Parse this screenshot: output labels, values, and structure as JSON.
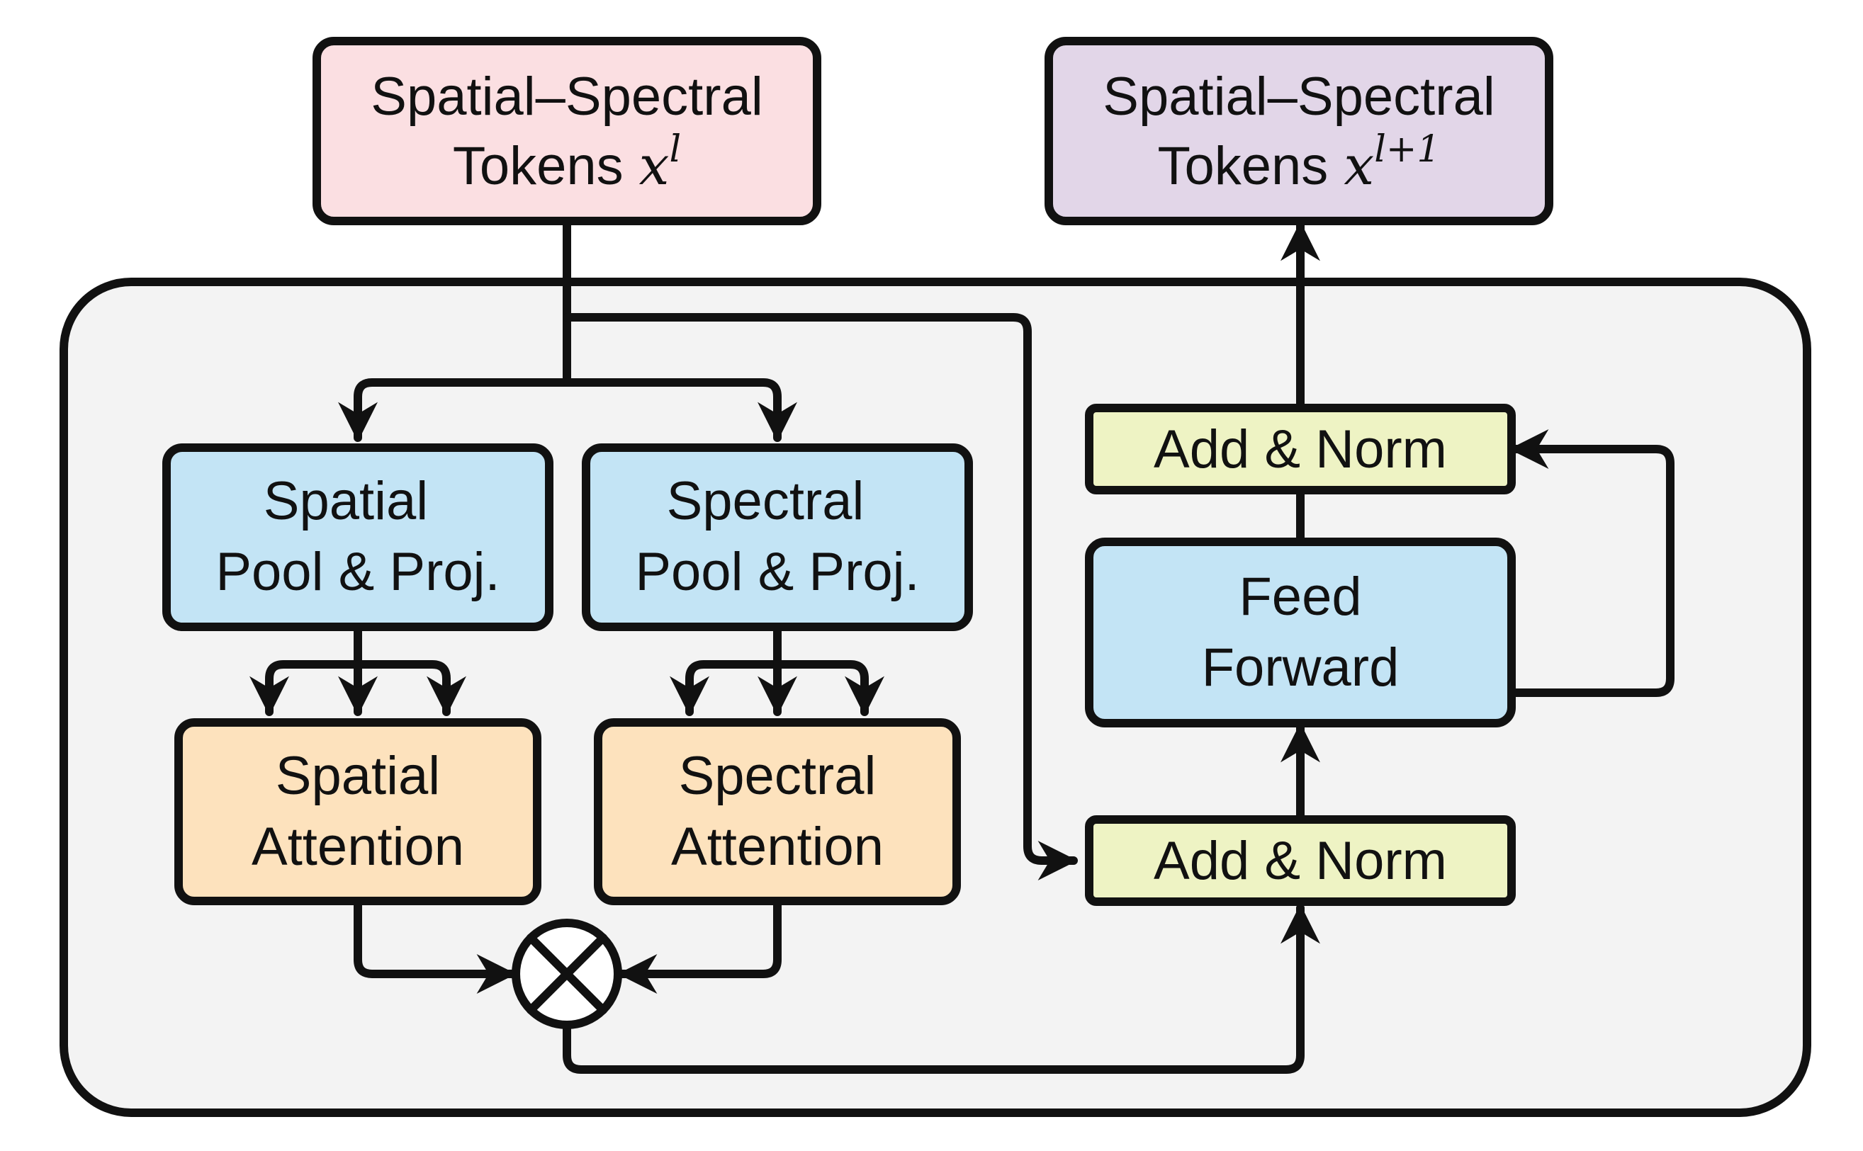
{
  "diagram": {
    "input_tokens": {
      "line1": "Spatial–Spectral",
      "line2": "Tokens",
      "var": "x",
      "sup": "l"
    },
    "output_tokens": {
      "line1": "Spatial–Spectral",
      "line2": "Tokens",
      "var": "x",
      "sup": "l+1"
    },
    "spatial_pool": {
      "line1": "Spatial",
      "line2": "Pool & Proj."
    },
    "spectral_pool": {
      "line1": "Spectral",
      "line2": "Pool & Proj."
    },
    "spatial_attention": {
      "line1": "Spatial",
      "line2": "Attention"
    },
    "spectral_attention": {
      "line1": "Spectral",
      "line2": "Attention"
    },
    "feed_forward": {
      "line1": "Feed",
      "line2": "Forward"
    },
    "add_norm_top": {
      "label": "Add & Norm"
    },
    "add_norm_bottom": {
      "label": "Add & Norm"
    },
    "multiply_symbol": "⊗"
  },
  "colors": {
    "input_tokens": "#fbdfe2",
    "output_tokens": "#e2d6e8",
    "pool_proj": "#c3e4f5",
    "attention": "#fde2bd",
    "add_norm": "#eef3c4",
    "feed_forward": "#c3e4f5",
    "block_background": "#f3f3f3",
    "stroke": "#111111"
  }
}
